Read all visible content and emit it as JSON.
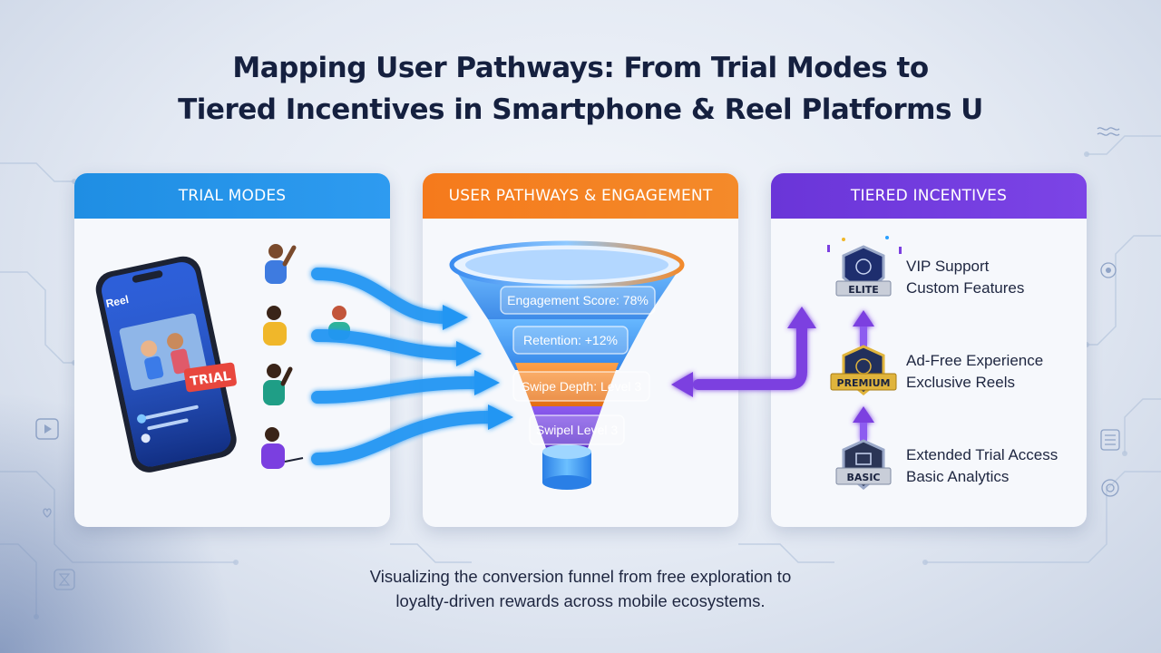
{
  "title_line1": "Mapping User Pathways: From Trial Modes to",
  "title_line2": "Tiered Incentives in Smartphone & Reel Platforms U",
  "panels": {
    "trial": {
      "header": "TRIAL MODES",
      "color": "#2e9bf0"
    },
    "pathways": {
      "header": "USER PATHWAYS & ENGAGEMENT",
      "color": "#f48a2a"
    },
    "incentives": {
      "header": "TIERED INCENTIVES",
      "color": "#7c44e6"
    }
  },
  "phone": {
    "app_label": "Reel",
    "badge": "TRIAL"
  },
  "funnel": {
    "labels": [
      "Engagement Score: 78%",
      "Retention: +12%",
      "Swipe Depth: Level 3",
      "Swipel Level 3"
    ]
  },
  "tiers": [
    {
      "badge": "ELITE",
      "line1": "VIP Support",
      "line2": "Custom Features",
      "color": "#1e2e6e"
    },
    {
      "badge": "PREMIUM",
      "line1": "Ad-Free Experience",
      "line2": "Exclusive Reels",
      "color": "#d4a017"
    },
    {
      "badge": "BASIC",
      "line1": "Extended Trial Access",
      "line2": "Basic Analytics",
      "color": "#2b3556"
    }
  ],
  "subtitle_line1": "Visualizing the conversion funnel from free exploration to",
  "subtitle_line2": "loyalty-driven rewards across mobile ecosystems.",
  "icons": [
    "play-icon",
    "heart-icon",
    "hourglass-icon",
    "layers-icon",
    "settings-icon",
    "list-icon",
    "target-icon",
    "person-icon",
    "shield-icon"
  ]
}
